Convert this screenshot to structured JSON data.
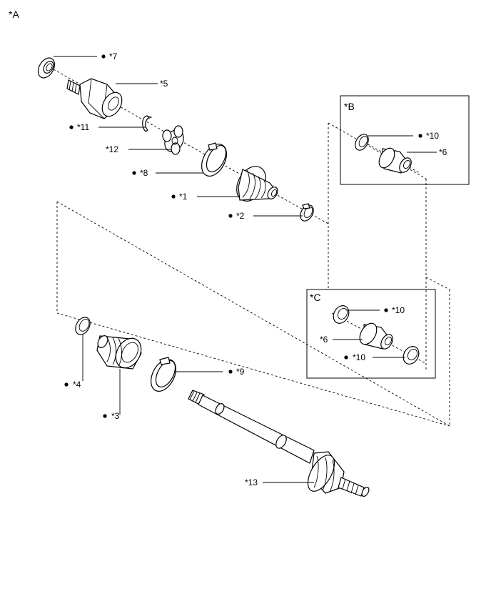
{
  "view_labels": {
    "a": "*A",
    "b": "*B",
    "c": "*C"
  },
  "bullet": "●",
  "callouts": {
    "p7": "*7",
    "p5": "*5",
    "p11": "*11",
    "p12": "*12",
    "p8": "*8",
    "p1": "*1",
    "p2": "*2",
    "p10_b": "*10",
    "p6_b": "*6",
    "p10_c_top": "*10",
    "p6_c": "*6",
    "p10_c_bottom": "*10",
    "p4": "*4",
    "p3": "*3",
    "p9": "*9",
    "p13": "*13"
  }
}
